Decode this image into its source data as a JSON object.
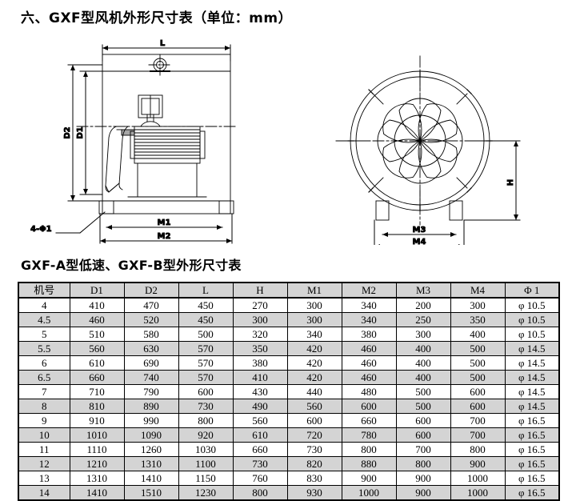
{
  "document": {
    "title": "六、GXF型风机外形尺寸表（单位：mm）",
    "subtitle": "GXF-A型低速、GXF-B型外形尺寸表"
  },
  "drawings": {
    "side_view": {
      "name": "side-view-drawing",
      "labels": {
        "length": "L",
        "diameter_outer": "D2",
        "diameter_inner": "D1",
        "mount_inner": "M1",
        "mount_outer": "M2",
        "hole_note": "4-Φ1"
      }
    },
    "front_view": {
      "name": "front-view-drawing",
      "labels": {
        "height": "H",
        "mount_inner": "M3",
        "mount_outer": "M4"
      },
      "blade_count": 8
    }
  },
  "table": {
    "headers": [
      "机号",
      "D1",
      "D2",
      "L",
      "H",
      "M1",
      "M2",
      "M3",
      "M4",
      "Φ 1"
    ],
    "rows": [
      [
        "4",
        "410",
        "470",
        "450",
        "270",
        "300",
        "340",
        "200",
        "300",
        "φ 10.5"
      ],
      [
        "4.5",
        "460",
        "520",
        "450",
        "300",
        "300",
        "340",
        "250",
        "350",
        "φ 10.5"
      ],
      [
        "5",
        "510",
        "580",
        "500",
        "320",
        "340",
        "380",
        "300",
        "400",
        "φ 10.5"
      ],
      [
        "5.5",
        "560",
        "630",
        "570",
        "350",
        "420",
        "460",
        "400",
        "500",
        "φ 14.5"
      ],
      [
        "6",
        "610",
        "690",
        "570",
        "380",
        "420",
        "460",
        "400",
        "500",
        "φ 14.5"
      ],
      [
        "6.5",
        "660",
        "740",
        "570",
        "410",
        "420",
        "460",
        "400",
        "500",
        "φ 14.5"
      ],
      [
        "7",
        "710",
        "790",
        "600",
        "430",
        "440",
        "480",
        "500",
        "600",
        "φ 14.5"
      ],
      [
        "8",
        "810",
        "890",
        "730",
        "490",
        "560",
        "600",
        "500",
        "600",
        "φ 14.5"
      ],
      [
        "9",
        "910",
        "990",
        "800",
        "560",
        "600",
        "660",
        "600",
        "700",
        "φ 16.5"
      ],
      [
        "10",
        "1010",
        "1090",
        "920",
        "610",
        "720",
        "780",
        "600",
        "700",
        "φ 16.5"
      ],
      [
        "11",
        "1110",
        "1260",
        "1030",
        "660",
        "730",
        "800",
        "700",
        "800",
        "φ 16.5"
      ],
      [
        "12",
        "1210",
        "1310",
        "1100",
        "730",
        "820",
        "880",
        "800",
        "900",
        "φ 16.5"
      ],
      [
        "13",
        "1310",
        "1410",
        "1150",
        "760",
        "830",
        "900",
        "900",
        "1000",
        "φ 16.5"
      ],
      [
        "14",
        "1410",
        "1510",
        "1230",
        "800",
        "930",
        "1000",
        "900",
        "1000",
        "φ 16.5"
      ]
    ]
  },
  "colors": {
    "header_bg": "#d4d4d4",
    "row_alt_bg": "#d4d4d4",
    "line": "#000000"
  }
}
